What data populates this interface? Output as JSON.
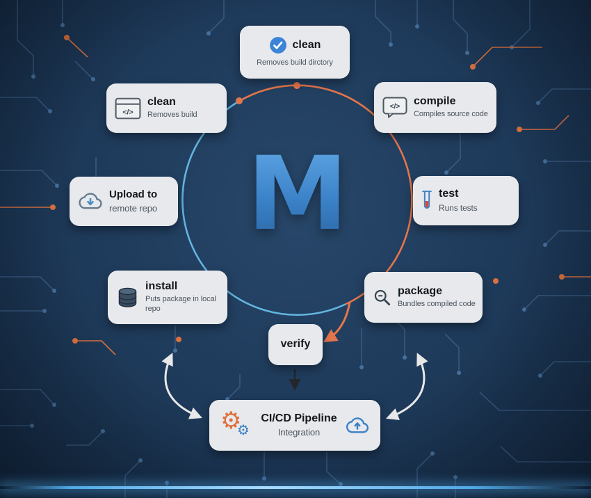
{
  "center": {
    "letter": "M"
  },
  "nodes": {
    "clean_top": {
      "icon": "check-circle-icon",
      "title": "clean",
      "subtitle": "Removes build dirctory"
    },
    "clean_left": {
      "icon": "window-code-icon",
      "title": "clean",
      "subtitle": "Removes build"
    },
    "compile": {
      "icon": "code-bubble-icon",
      "title": "compile",
      "subtitle": "Compiles source code"
    },
    "upload": {
      "icon": "cloud-download-icon",
      "title": "Upload to",
      "subtitle": "remote repo"
    },
    "test": {
      "icon": "test-tube-icon",
      "title": "test",
      "subtitle": "Runs tests"
    },
    "install": {
      "icon": "database-icon",
      "title": "install",
      "subtitle": "Puts package in local repo"
    },
    "package": {
      "icon": "magnifier-icon",
      "title": "package",
      "subtitle": "Bundles compiled code"
    },
    "verify": {
      "icon": null,
      "title": "verify",
      "subtitle": ""
    },
    "cicd": {
      "icons": [
        "gears-icon",
        "cloud-upload-icon"
      ],
      "title": "CI/CD Pipeline",
      "subtitle": "Integration"
    }
  },
  "icons": {
    "code_glyph": "</>",
    "gear_glyph": "⚙"
  },
  "colors": {
    "background": "#1e3a5a",
    "card": "#e7e9ec",
    "orange": "#e4764b",
    "circle_blue": "#62b6e0",
    "maven_blue": "#3b82c8",
    "trace_blue": "#3c5f86",
    "arrow_white": "#e8e8e8",
    "arrow_dark": "#23272b"
  }
}
